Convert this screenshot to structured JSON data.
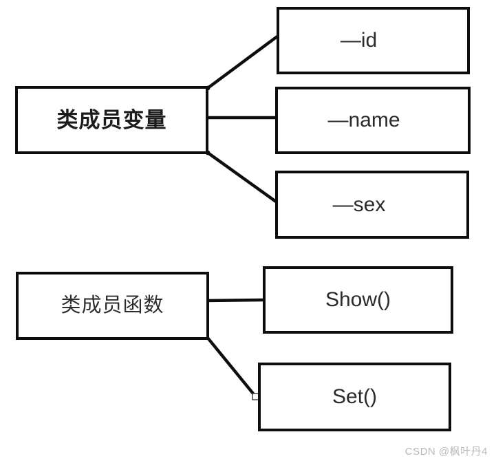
{
  "diagram": {
    "variables_group": {
      "parent_label": "类成员变量",
      "children": [
        {
          "label": "—id"
        },
        {
          "label": "—name"
        },
        {
          "label": "—sex"
        }
      ]
    },
    "functions_group": {
      "parent_label": "类成员函数",
      "children": [
        {
          "label": "Show()"
        },
        {
          "label": "Set()"
        }
      ]
    },
    "colors": {
      "background": "#ffffff",
      "box_border": "#0d0d0d",
      "connector": "#0d0d0d",
      "text": "#2b2b2b",
      "selection_handle_fill": "#ffffff",
      "selection_handle_border": "#3a3a3a",
      "watermark_text": "#b9b9b9"
    }
  },
  "watermark": {
    "text": "CSDN @枫叶丹4"
  }
}
